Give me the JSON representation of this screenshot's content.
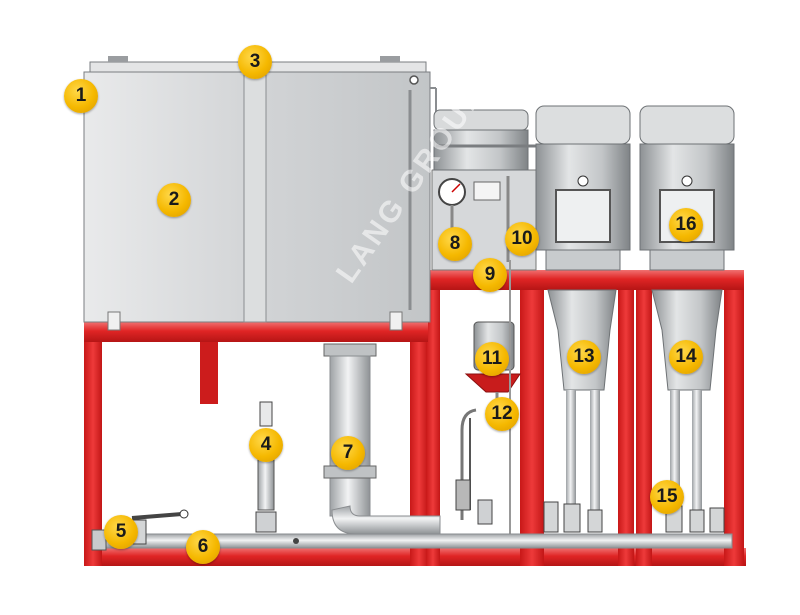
{
  "diagram": {
    "callouts": [
      {
        "id": "c1",
        "label": "1"
      },
      {
        "id": "c2",
        "label": "2"
      },
      {
        "id": "c3",
        "label": "3"
      },
      {
        "id": "c4",
        "label": "4"
      },
      {
        "id": "c5",
        "label": "5"
      },
      {
        "id": "c6",
        "label": "6"
      },
      {
        "id": "c7",
        "label": "7"
      },
      {
        "id": "c8",
        "label": "8"
      },
      {
        "id": "c9",
        "label": "9"
      },
      {
        "id": "c10",
        "label": "10"
      },
      {
        "id": "c11",
        "label": "11"
      },
      {
        "id": "c12",
        "label": "12"
      },
      {
        "id": "c13",
        "label": "13"
      },
      {
        "id": "c14",
        "label": "14"
      },
      {
        "id": "c15",
        "label": "15"
      },
      {
        "id": "c16",
        "label": "16"
      }
    ],
    "watermark": "LANG GROUP"
  },
  "colors": {
    "frame_red": "#d42020",
    "tank_grey": "#cfd1d3",
    "motor_grey": "#b8bcbf",
    "callout_yellow": "#f5b800"
  }
}
